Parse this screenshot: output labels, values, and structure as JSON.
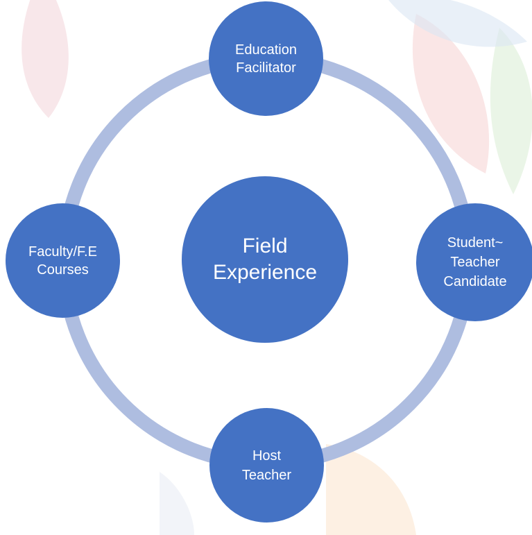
{
  "diagram": {
    "center": {
      "label": "Field\nExperience"
    },
    "nodes": {
      "top": {
        "label": "Education\nFacilitator"
      },
      "right": {
        "label": "Student~\nTeacher\nCandidate"
      },
      "bottom": {
        "label": "Host\nTeacher"
      },
      "left": {
        "label": "Faculty/F.E\nCourses"
      }
    },
    "colors": {
      "node_fill": "#4472c4",
      "ring": "#aebde0",
      "text": "#ffffff"
    }
  }
}
